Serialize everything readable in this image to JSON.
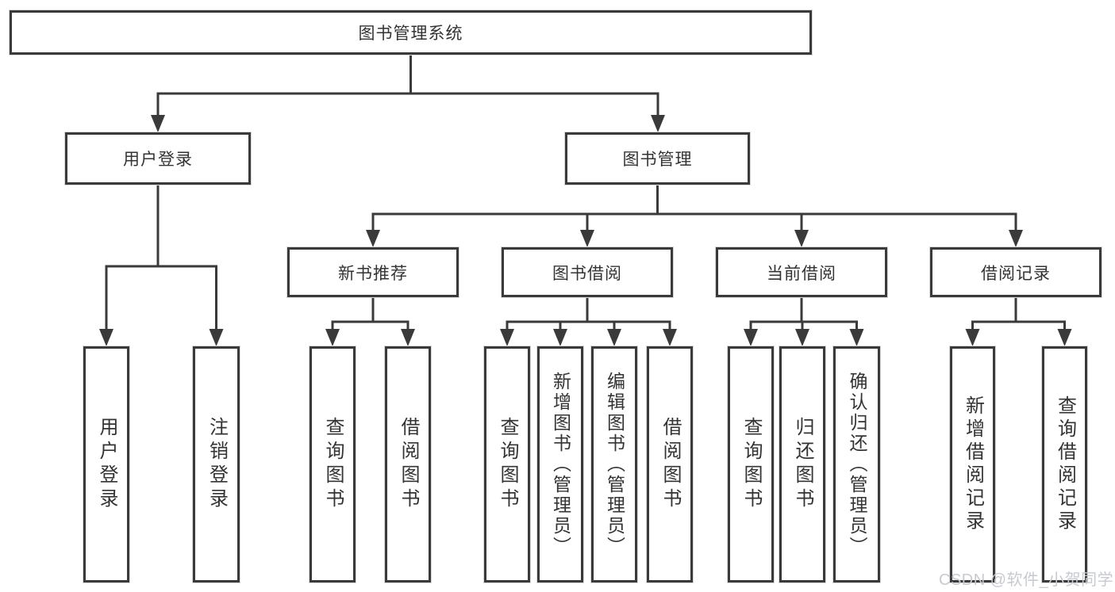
{
  "diagram": {
    "root": {
      "label": "图书管理系统"
    },
    "user_login": {
      "label": "用户登录",
      "leaves": [
        "用户登录",
        "注销登录"
      ]
    },
    "book_management": {
      "label": "图书管理",
      "sections": [
        {
          "label": "新书推荐",
          "leaves": [
            "查询图书",
            "借阅图书"
          ]
        },
        {
          "label": "图书借阅",
          "leaves": [
            "查询图书",
            "新增图书（管理员）",
            "编辑图书（管理员）",
            "借阅图书"
          ]
        },
        {
          "label": "当前借阅",
          "leaves": [
            "查询图书",
            "归还图书",
            "确认归还（管理员）"
          ]
        },
        {
          "label": "借阅记录",
          "leaves": [
            "新增借阅记录",
            "查询借阅记录"
          ]
        }
      ]
    }
  },
  "watermark": {
    "text": "CSDN @软件_小贺同学"
  },
  "colors": {
    "line": "#3a3a3a",
    "text": "#333333",
    "box_background": "#ffffff",
    "watermark": "#c7cad1",
    "background": "#ffffff"
  }
}
